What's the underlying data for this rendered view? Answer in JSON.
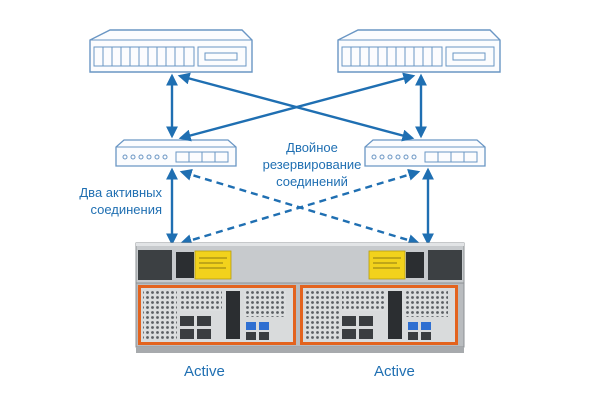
{
  "labels": {
    "redundancy_lines": [
      "Двойное",
      "резервирование",
      "соединений"
    ],
    "active_links_lines": [
      "Два активных",
      "соединения"
    ]
  },
  "status": {
    "left": "Active",
    "right": "Active"
  },
  "colors": {
    "accent": "#1f6fb2",
    "device_outline": "#6a96c4",
    "controller_orange": "#e3631e",
    "label_yellow": "#f2d21c",
    "chassis": "#c7cacd"
  }
}
